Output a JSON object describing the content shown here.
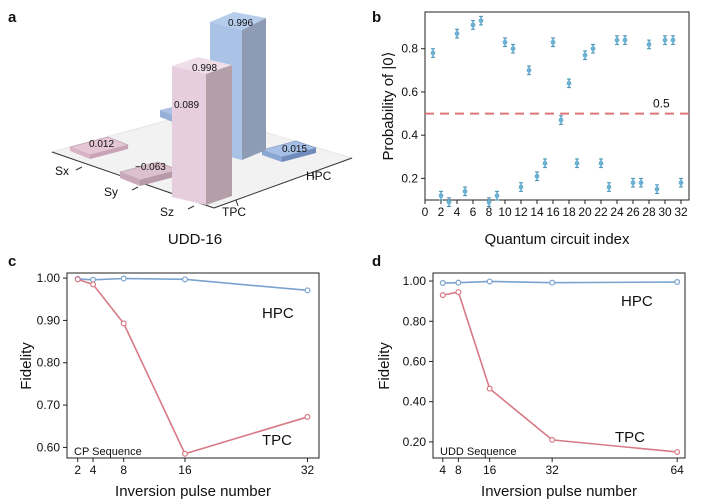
{
  "panel_labels": {
    "a": "a",
    "b": "b",
    "c": "c",
    "d": "d"
  },
  "colors": {
    "hpc": "#7ba3cf",
    "tpc": "#d87a86",
    "b_points": "#6cb0d2",
    "b_threshold": "#e07478",
    "bar_blue": "#9db8dd",
    "bar_pink": "#e2c3d4"
  },
  "chart_data": [
    {
      "type": "bar",
      "panel": "a",
      "title": "UDD-16",
      "row_labels": [
        "Sx",
        "Sy",
        "Sz"
      ],
      "col_labels": [
        "TPC",
        "HPC"
      ],
      "cells": [
        {
          "row": "Sz",
          "col": "TPC",
          "value": 0.998
        },
        {
          "row": "Sx",
          "col": "HPC",
          "value": 0.996
        },
        {
          "row": "Sx",
          "col": "TPC",
          "value": 0.012
        },
        {
          "row": "Sy",
          "col": "TPC",
          "value": -0.063
        },
        {
          "row": "Sy",
          "col": "HPC",
          "value": 0.089
        },
        {
          "row": "Sz",
          "col": "HPC",
          "value": 0.015
        }
      ],
      "value_labels": [
        "0.996",
        "0.998",
        "0.089",
        "0.012",
        "−0.063",
        "0.015"
      ]
    },
    {
      "type": "scatter",
      "panel": "b",
      "xlabel": "Quantum circuit index",
      "ylabel": "Probability of |0⟩",
      "xlim": [
        0,
        33
      ],
      "ylim": [
        0.1,
        0.97
      ],
      "xticks": [
        0,
        2,
        4,
        6,
        8,
        10,
        12,
        14,
        16,
        18,
        20,
        22,
        24,
        26,
        28,
        30,
        32
      ],
      "yticks": [
        0.2,
        0.4,
        0.6,
        0.8
      ],
      "threshold": 0.5,
      "threshold_label": "0.5",
      "x": [
        1,
        2,
        3,
        4,
        5,
        6,
        7,
        8,
        9,
        10,
        11,
        12,
        13,
        14,
        15,
        16,
        17,
        18,
        19,
        20,
        21,
        22,
        23,
        24,
        25,
        26,
        27,
        28,
        29,
        30,
        31,
        32
      ],
      "y": [
        0.78,
        0.12,
        0.09,
        0.87,
        0.14,
        0.91,
        0.93,
        0.09,
        0.12,
        0.83,
        0.8,
        0.16,
        0.7,
        0.21,
        0.27,
        0.83,
        0.47,
        0.64,
        0.27,
        0.77,
        0.8,
        0.27,
        0.16,
        0.84,
        0.84,
        0.18,
        0.18,
        0.82,
        0.15,
        0.84,
        0.84,
        0.18
      ],
      "yerr": 0.02
    },
    {
      "type": "line",
      "panel": "c",
      "xlabel": "Inversion pulse number",
      "ylabel": "Fidelity",
      "annotation": "CP Sequence",
      "x": [
        2,
        4,
        8,
        16,
        32
      ],
      "xticks": [
        2,
        4,
        8,
        16,
        32
      ],
      "xlim": [
        0.6,
        33.5
      ],
      "ylim": [
        0.575,
        1.012
      ],
      "yticks": [
        0.6,
        0.7,
        0.8,
        0.9,
        1.0
      ],
      "ytick_labels": [
        "0.60",
        "0.70",
        "0.80",
        "0.90",
        "1.00"
      ],
      "series": [
        {
          "name": "HPC",
          "values": [
            0.998,
            0.996,
            0.999,
            0.997,
            0.971
          ]
        },
        {
          "name": "TPC",
          "values": [
            0.997,
            0.985,
            0.893,
            0.585,
            0.672
          ]
        }
      ]
    },
    {
      "type": "line",
      "panel": "d",
      "xlabel": "Inversion pulse number",
      "ylabel": "Fidelity",
      "annotation": "UDD Sequence",
      "x": [
        4,
        8,
        16,
        32,
        64
      ],
      "xticks": [
        4,
        8,
        16,
        32,
        64
      ],
      "xlim": [
        1.5,
        66
      ],
      "ylim": [
        0.12,
        1.04
      ],
      "yticks": [
        0.2,
        0.4,
        0.6,
        0.8,
        1.0
      ],
      "ytick_labels": [
        "0.20",
        "0.40",
        "0.60",
        "0.80",
        "1.00"
      ],
      "series": [
        {
          "name": "HPC",
          "values": [
            0.99,
            0.992,
            0.998,
            0.992,
            0.995
          ]
        },
        {
          "name": "TPC",
          "values": [
            0.93,
            0.945,
            0.465,
            0.21,
            0.15
          ]
        }
      ]
    }
  ]
}
